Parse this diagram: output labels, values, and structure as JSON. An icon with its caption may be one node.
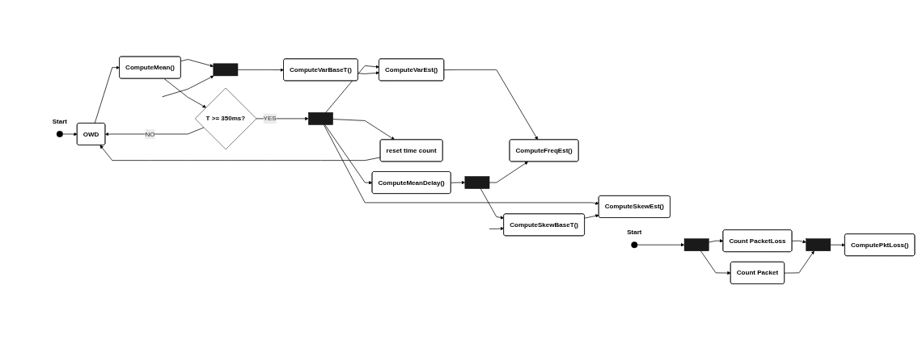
{
  "diagram": {
    "nodes": [
      {
        "text": [],
        "shape": "circle",
        "beside": [
          "Start"
        ]
      },
      {
        "text": [
          "OWD"
        ]
      },
      {
        "text": [
          "ComputeMean()"
        ]
      },
      {
        "text": [
          "T >= 350ms?"
        ]
      },
      {
        "text": [],
        "shape": "bar"
      },
      {
        "text": [],
        "shape": "bar"
      },
      {
        "text": [
          "ComputeVarBaseT()"
        ]
      },
      {
        "text": [
          "ComputeVarEst()"
        ]
      },
      {
        "text": [
          "ComputeFreqEst()"
        ]
      },
      {
        "text": [
          "reset time count"
        ]
      },
      {
        "text": [
          "ComputeMeanDelay()"
        ]
      },
      {
        "text": [
          "ComputeSkewEst()"
        ]
      },
      {
        "text": [],
        "shape": "bar"
      },
      {
        "text": [
          "ComputeSkewBaseT()"
        ]
      },
      {
        "text": [],
        "shape": "circle",
        "beside": [
          "Start"
        ]
      },
      {
        "text": [],
        "shape": "bar"
      },
      {
        "text": [
          "Count PacketLoss"
        ]
      },
      {
        "text": [
          "Count Packet"
        ]
      },
      {
        "text": [],
        "shape": "bar"
      },
      {
        "text": [
          "ComputePktLoss()"
        ]
      }
    ],
    "edges": [
      {
        "from": 0,
        "to": 1,
        "arrow": "to"
      },
      {
        "from": 9,
        "to": 1,
        "arrow": "to"
      },
      {
        "from": 1,
        "to": 2,
        "arrow": "to"
      },
      {
        "from": 2,
        "to": 3,
        "arrow": "to"
      },
      {
        "from": 2,
        "to": 4,
        "arrow": "to"
      },
      {
        "from": null,
        "to": 4,
        "arrow": "to"
      },
      {
        "from": 4,
        "to": 6,
        "arrow": "to"
      },
      {
        "from": 3,
        "to": 5,
        "label": "YES",
        "arrow": "to"
      },
      {
        "from": 3,
        "to": 1,
        "label": "NO",
        "arrow": "to"
      },
      {
        "from": 5,
        "to": 7,
        "arrow": "to"
      },
      {
        "from": 5,
        "to": 9,
        "arrow": "to"
      },
      {
        "from": 5,
        "to": 10,
        "arrow": "to"
      },
      {
        "from": 5,
        "to": 11,
        "arrow": "to"
      },
      {
        "from": 6,
        "to": 7,
        "arrow": "to"
      },
      {
        "from": 7,
        "to": 8,
        "arrow": "to"
      },
      {
        "from": 10,
        "to": 12,
        "arrow": "to"
      },
      {
        "from": 12,
        "to": 8,
        "arrow": "to"
      },
      {
        "from": 12,
        "to": 13,
        "arrow": "to"
      },
      {
        "from": 13,
        "to": 11,
        "arrow": "to"
      },
      {
        "from": null,
        "to": 13,
        "arrow": "to"
      },
      {
        "from": 14,
        "to": 15,
        "arrow": "to"
      },
      {
        "from": 15,
        "to": 16,
        "arrow": "to"
      },
      {
        "from": 15,
        "to": 17,
        "arrow": "to"
      },
      {
        "from": 16,
        "to": 18,
        "arrow": "to"
      },
      {
        "from": 17,
        "to": 18,
        "arrow": "to"
      },
      {
        "from": 18,
        "to": 19,
        "arrow": "to"
      }
    ]
  }
}
